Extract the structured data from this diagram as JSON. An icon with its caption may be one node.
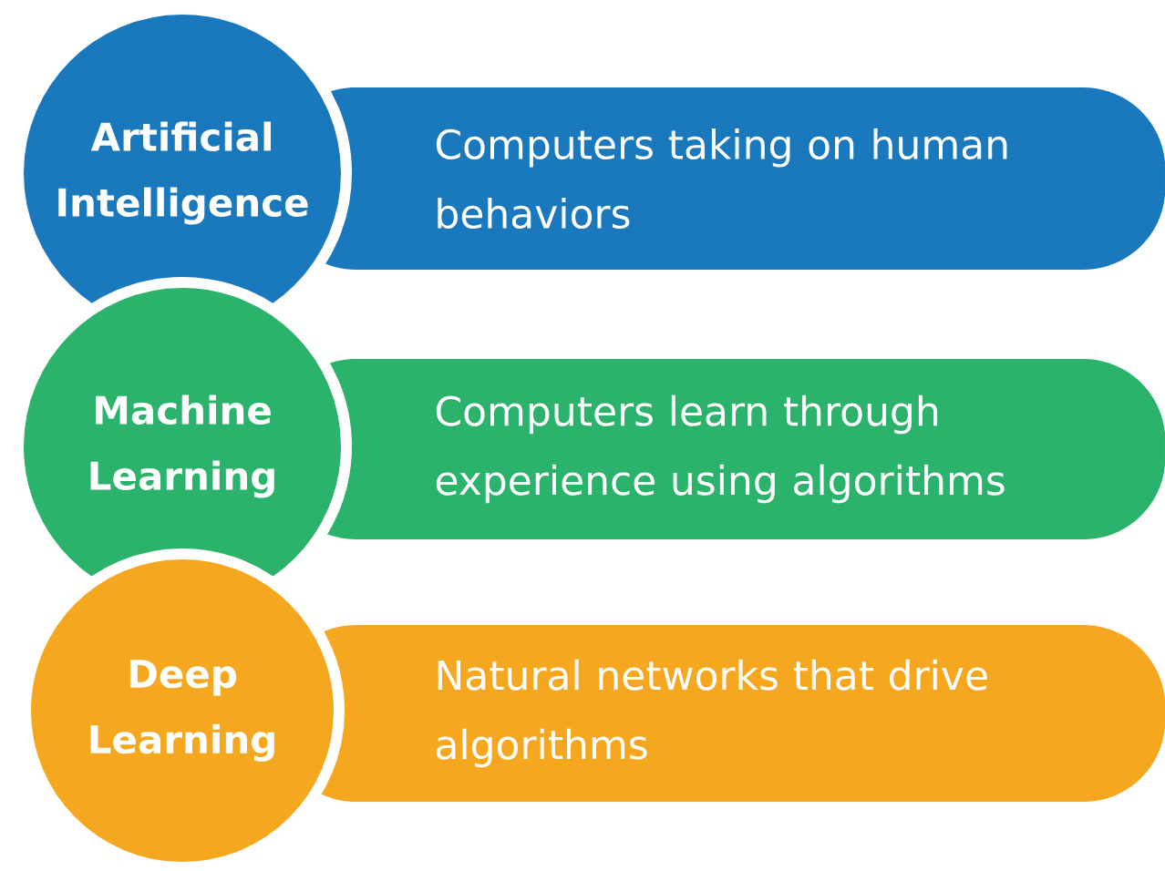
{
  "diagram": {
    "nodes": [
      {
        "text": [
          "Artificial Intelligence"
        ]
      },
      {
        "text": [
          "Computers taking on human behaviors"
        ]
      },
      {
        "text": [
          "Machine Learning"
        ]
      },
      {
        "text": [
          "Computers learn through experience using algorithms"
        ]
      },
      {
        "text": [
          "Deep Learning"
        ]
      },
      {
        "text": [
          "Natural networks that drive algorithms"
        ]
      }
    ]
  }
}
